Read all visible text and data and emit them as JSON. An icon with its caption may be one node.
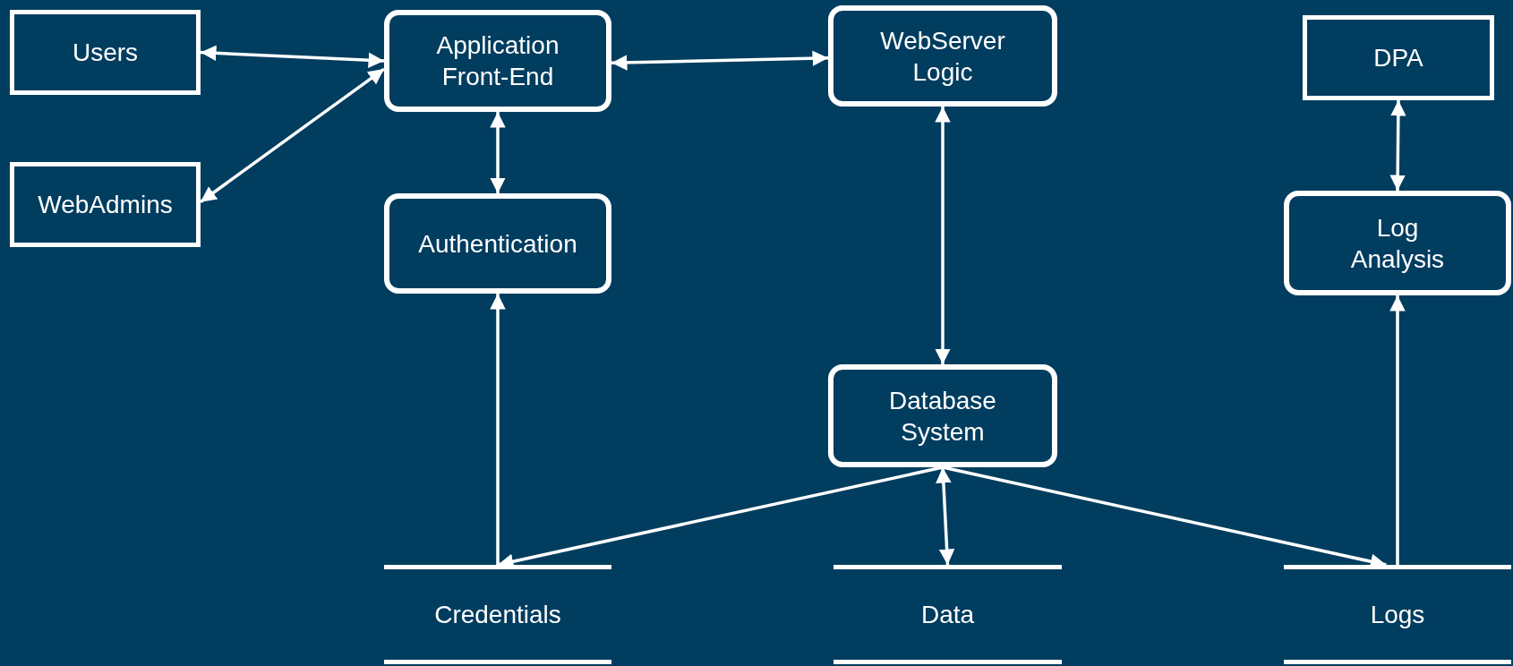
{
  "diagram": {
    "nodes": [
      {
        "text": [
          "Users"
        ]
      },
      {
        "text": [
          "Application Front-End"
        ]
      },
      {
        "text": [
          "WebServer Logic"
        ]
      },
      {
        "text": [
          "DPA"
        ]
      },
      {
        "text": [
          "WebAdmins"
        ]
      },
      {
        "text": [
          "Authentication"
        ]
      },
      {
        "text": [
          "Log Analysis"
        ]
      },
      {
        "text": [
          "Database System"
        ]
      },
      {
        "text": [
          "Credentials"
        ]
      },
      {
        "text": [
          "Data"
        ]
      },
      {
        "text": [
          "Logs"
        ]
      }
    ],
    "edges": [
      {
        "from": 0,
        "to": 1,
        "arrow": "both"
      },
      {
        "from": 4,
        "to": 1,
        "arrow": "both"
      },
      {
        "from": 1,
        "to": 2,
        "arrow": "both"
      },
      {
        "from": 1,
        "to": 5,
        "arrow": "both"
      },
      {
        "from": 2,
        "to": 7,
        "arrow": "both"
      },
      {
        "from": 3,
        "to": 6,
        "arrow": "both"
      },
      {
        "from": 8,
        "to": 5,
        "arrow": "to"
      },
      {
        "from": 7,
        "to": 8,
        "arrow": "to"
      },
      {
        "from": 7,
        "to": 9,
        "arrow": "both"
      },
      {
        "from": 7,
        "to": 10,
        "arrow": "to"
      },
      {
        "from": 10,
        "to": 6,
        "arrow": "to"
      }
    ]
  }
}
